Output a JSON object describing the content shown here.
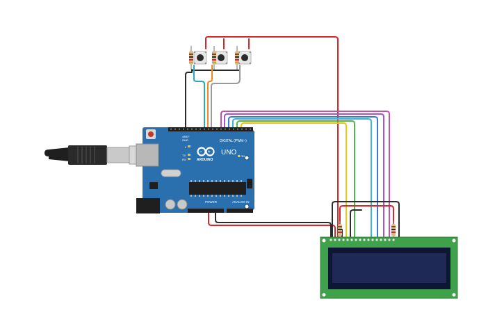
{
  "board": {
    "name": "UNO",
    "brand": "ARDUINO",
    "digital_label": "DIGITAL (PWM~)",
    "analog_label": "ANALOG IN",
    "power_label": "POWER",
    "on_label": "ON",
    "l_label": "L",
    "tx_label": "TX",
    "rx_label": "RX",
    "aref_label": "AREF",
    "gnd_label": "GND",
    "color": "#2a6fae"
  },
  "lcd": {
    "pcb_color": "#3fa24a",
    "screen_color": "#1e2a55"
  },
  "wire_colors": {
    "red": "#d8262b",
    "black": "#2b2b2b",
    "teal": "#2aa8b8",
    "orange": "#ef8a1c",
    "grey": "#9a9a9a",
    "yellow": "#f1c40f",
    "green": "#4db848",
    "blue": "#3a78d8",
    "cyan": "#3cb3d8",
    "purple": "#a656c8",
    "magenta": "#c451a8"
  },
  "components": {
    "buttons": 3,
    "resistors": 5
  }
}
